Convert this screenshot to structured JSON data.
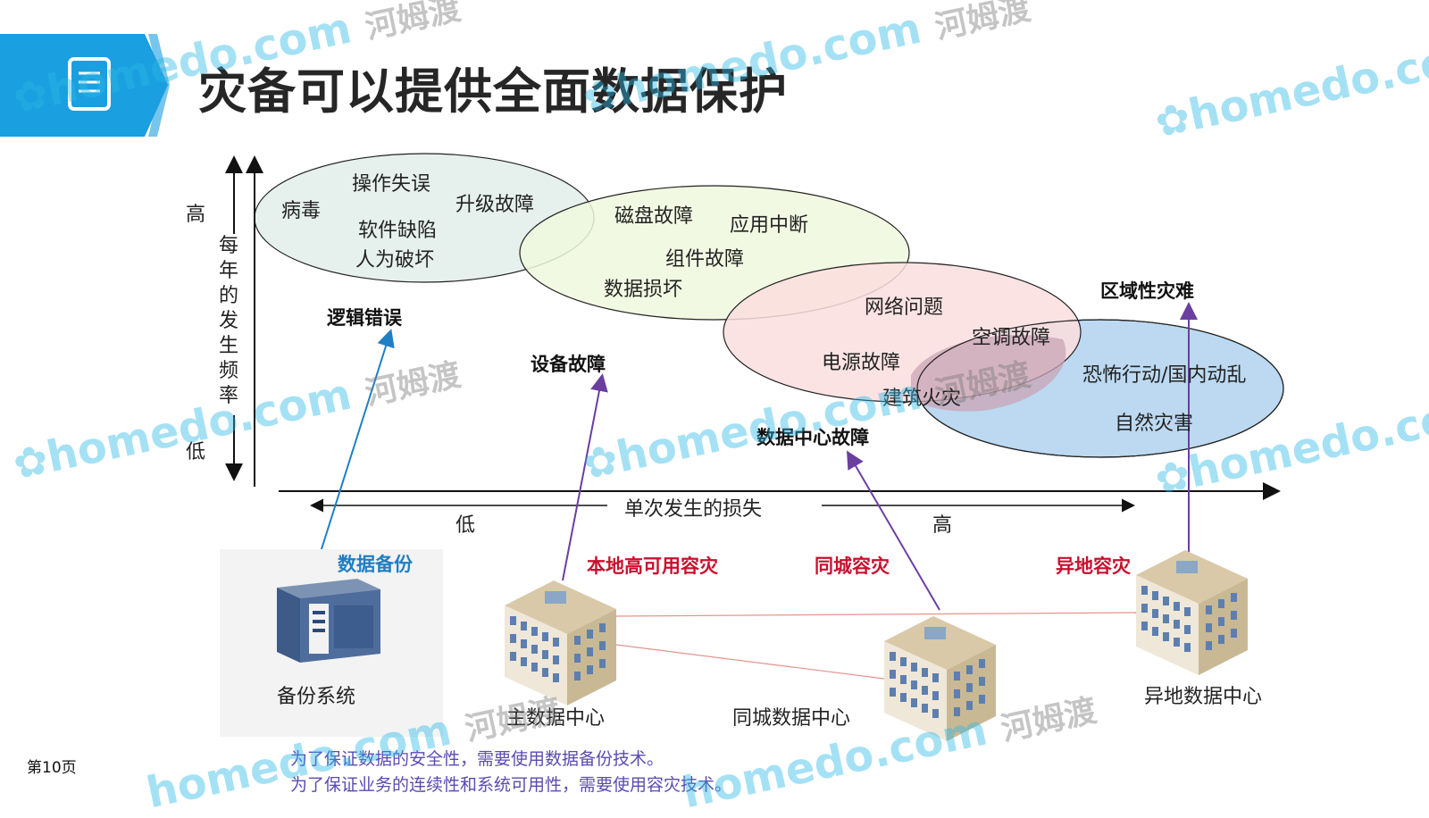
{
  "title": "灾备可以提供全面数据保护",
  "axis": {
    "y_label_chars": [
      "每",
      "年",
      "的",
      "发",
      "生",
      "频",
      "率"
    ],
    "y_high": "高",
    "y_low": "低",
    "x_label": "单次发生的损失",
    "x_low": "低",
    "x_high": "高"
  },
  "categories": {
    "logical": {
      "name": "逻辑错误",
      "items": [
        "操作失误",
        "病毒",
        "升级故障",
        "软件缺陷",
        "人为破坏"
      ]
    },
    "device": {
      "name": "设备故障",
      "items": [
        "磁盘故障",
        "应用中断",
        "组件故障",
        "数据损坏"
      ]
    },
    "datacenter": {
      "name": "数据中心故障",
      "items": [
        "网络问题",
        "空调故障",
        "电源故障",
        "建筑火灾"
      ]
    },
    "regional": {
      "name": "区域性灾难",
      "items": [
        "恐怖行动/国内动乱",
        "自然灾害"
      ]
    }
  },
  "solutions": {
    "backup": "数据备份",
    "local_ha": "本地高可用容灾",
    "same_city": "同城容灾",
    "remote": "异地容灾"
  },
  "facilities": {
    "backup_system": "备份系统",
    "main_dc": "主数据中心",
    "same_city_dc": "同城数据中心",
    "remote_dc": "异地数据中心"
  },
  "notes": [
    "为了保证数据的安全性，需要使用数据备份技术。",
    "为了保证业务的连续性和系统可用性，需要使用容灾技术。"
  ],
  "page_number": "第10页",
  "watermark": {
    "domain": "homedo.com",
    "cn": "河姆渡"
  },
  "colors": {
    "banner": "#1a9fe0",
    "ellipse_logical": "#e6f1ee",
    "ellipse_device": "#eef8dd",
    "ellipse_datacenter": "#fbdede",
    "ellipse_regional": "#bcd9f1",
    "overlap": "#c9a4b4",
    "arrow_backup": "#1f7fc4",
    "arrow_dr": "#6a3fa0",
    "red_label": "#c8102e",
    "note_text": "#5b4bb0"
  }
}
